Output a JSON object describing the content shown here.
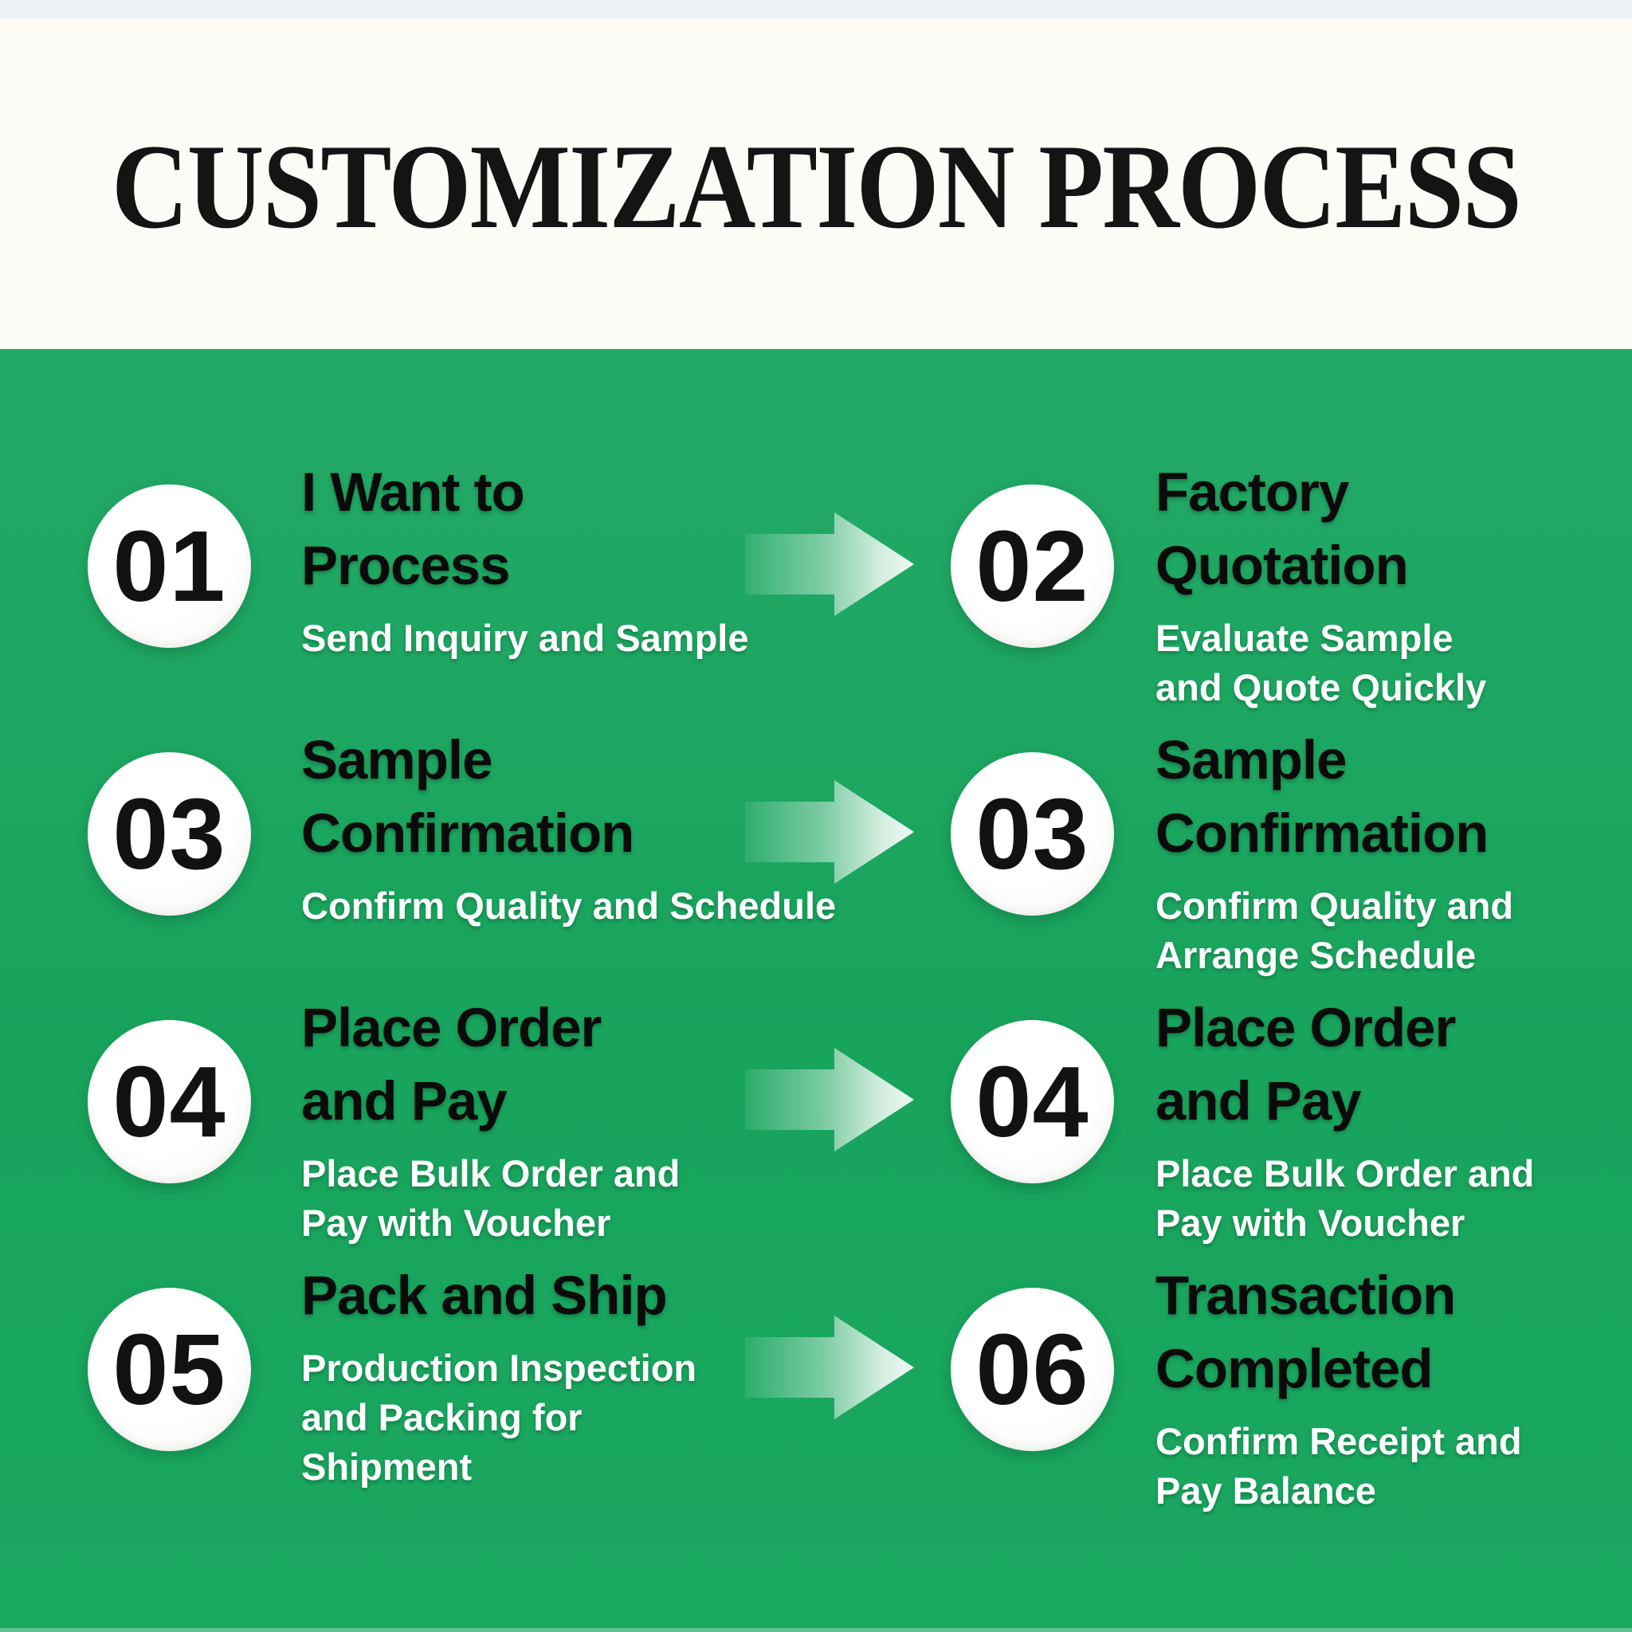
{
  "title": {
    "text": "CUSTOMIZATION PROCESS"
  },
  "colors": {
    "top_strip": "#eef1f6",
    "header_background": "#fdfbf6",
    "body_green": "#1aa35e",
    "circle_fill": "#ffffff",
    "step_number_color": "#121212",
    "step_title_color": "#0b0b0b",
    "step_subtitle_color": "#ffffff",
    "arrow_tint": "#eef7f1"
  },
  "steps": [
    {
      "num": "01",
      "column": "left",
      "row": 0,
      "title_lines": [
        "I Want to",
        "Process"
      ],
      "subtitle_lines": [
        "Send Inquiry and Sample"
      ]
    },
    {
      "num": "02",
      "column": "right",
      "row": 0,
      "title_lines": [
        "Factory",
        "Quotation"
      ],
      "subtitle_lines": [
        "Evaluate Sample",
        "and Quote Quickly"
      ]
    },
    {
      "num": "03",
      "column": "left",
      "row": 1,
      "title_lines": [
        "Sample",
        "Confirmation"
      ],
      "subtitle_lines": [
        "Confirm Quality and Schedule"
      ]
    },
    {
      "num": "03",
      "column": "right",
      "row": 1,
      "title_lines": [
        "Sample",
        "Confirmation"
      ],
      "subtitle_lines": [
        "Confirm Quality and",
        "Arrange Schedule"
      ]
    },
    {
      "num": "04",
      "column": "left",
      "row": 2,
      "title_lines": [
        "Place Order",
        "and Pay"
      ],
      "subtitle_lines": [
        "Place Bulk Order and",
        "Pay with Voucher"
      ]
    },
    {
      "num": "04",
      "column": "right",
      "row": 2,
      "title_lines": [
        "Place Order",
        "and Pay"
      ],
      "subtitle_lines": [
        "Place Bulk Order and",
        "Pay with Voucher"
      ]
    },
    {
      "num": "05",
      "column": "left",
      "row": 3,
      "title_lines": [
        "Pack and Ship"
      ],
      "subtitle_lines": [
        "Production Inspection",
        "and Packing for",
        "Shipment"
      ]
    },
    {
      "num": "06",
      "column": "right",
      "row": 3,
      "title_lines": [
        "Transaction",
        "Completed"
      ],
      "subtitle_lines": [
        "Confirm Receipt and",
        "Pay Balance"
      ]
    }
  ],
  "arrows": [
    {
      "row": 0
    },
    {
      "row": 1
    },
    {
      "row": 2
    },
    {
      "row": 3
    }
  ]
}
